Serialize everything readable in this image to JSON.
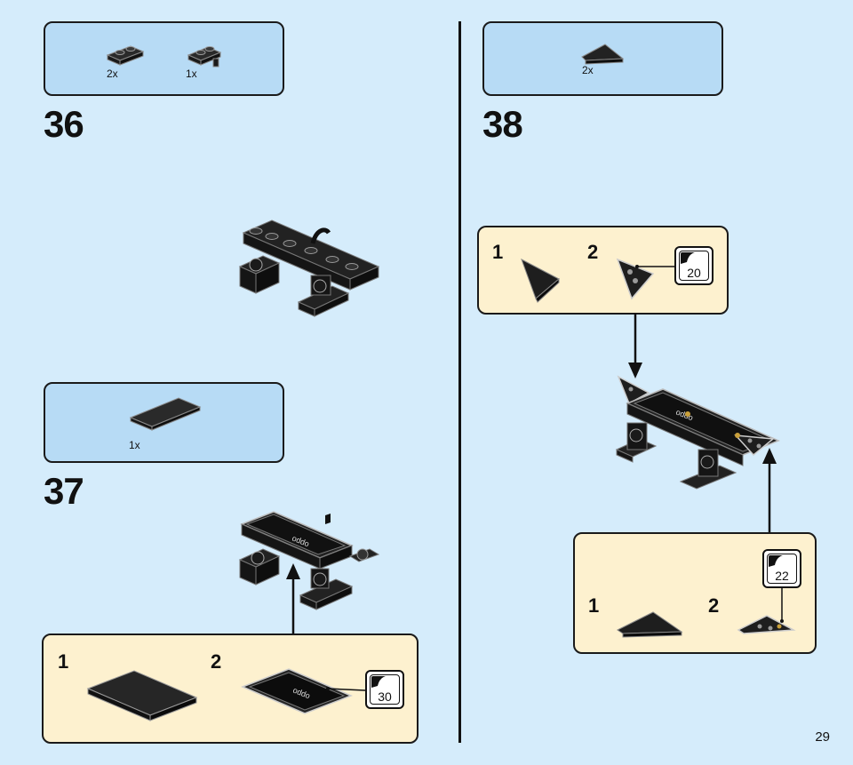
{
  "steps": {
    "s36": {
      "number": "36",
      "parts": [
        {
          "qty": "2x"
        },
        {
          "qty": "1x"
        }
      ]
    },
    "s37": {
      "number": "37",
      "parts": [
        {
          "qty": "1x"
        }
      ],
      "substeps": [
        {
          "num": "1"
        },
        {
          "num": "2"
        }
      ],
      "sticker": "30"
    },
    "s38": {
      "number": "38",
      "parts": [
        {
          "qty": "2x"
        }
      ],
      "substeps_a": [
        {
          "num": "1"
        },
        {
          "num": "2"
        }
      ],
      "sticker_a": "20",
      "substeps_b": [
        {
          "num": "1"
        },
        {
          "num": "2"
        }
      ],
      "sticker_b": "22"
    }
  },
  "page": {
    "number": "29"
  },
  "colors": {
    "background": "#d5ecfb",
    "parts_box": "#b7dbf5",
    "substep_box": "#fdf1cf",
    "brick": "#1e1e1e"
  }
}
